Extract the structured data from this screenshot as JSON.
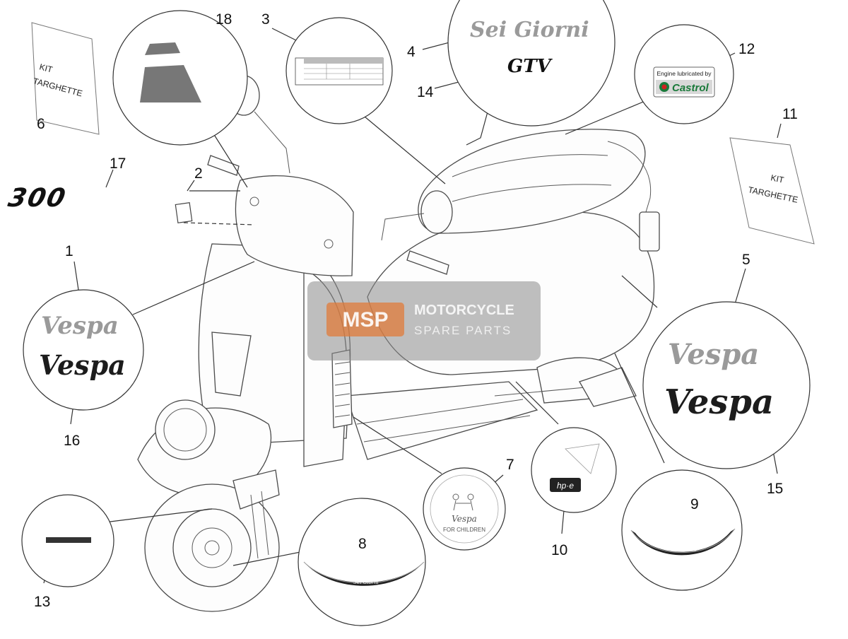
{
  "callouts": {
    "c1": "1",
    "c2": "2",
    "c3": "3",
    "c4": "4",
    "c5": "5",
    "c6": "6",
    "c7": "7",
    "c8": "8",
    "c9": "9",
    "c10": "10",
    "c11": "11",
    "c12": "12",
    "c13": "13",
    "c14": "14",
    "c15": "15",
    "c16": "16",
    "c17": "17",
    "c18": "18"
  },
  "decals": {
    "kit_left_line1": "KIT",
    "kit_left_line2": "TARGHETTE",
    "kit_right_line1": "KIT",
    "kit_right_line2": "TARGHETTE",
    "model_300": "300",
    "sei_giorni": "Sei Giorni",
    "gtv": "GTV",
    "castrol_line1": "Engine lubricated by",
    "castrol_brand": "Castrol",
    "vespa_silver_left": "Vespa",
    "vespa_dark_left": "Vespa",
    "vespa_silver_right": "Vespa",
    "vespa_dark_right": "Vespa",
    "hpe": "hp·e",
    "for_children_brand": "Vespa",
    "for_children_text": "FOR CHILDREN",
    "stripe_label_8": "Sei Giorni",
    "stripe_label_9": "Sei Giorni"
  },
  "watermark": {
    "badge": "MSP",
    "line1": "MOTORCYCLE",
    "line2": "SPARE PARTS"
  },
  "colors": {
    "watermark_bg": "#7a7a7a",
    "watermark_accent": "#e07b39",
    "castrol_green": "#1a7a3a",
    "castrol_red": "#d02020"
  }
}
